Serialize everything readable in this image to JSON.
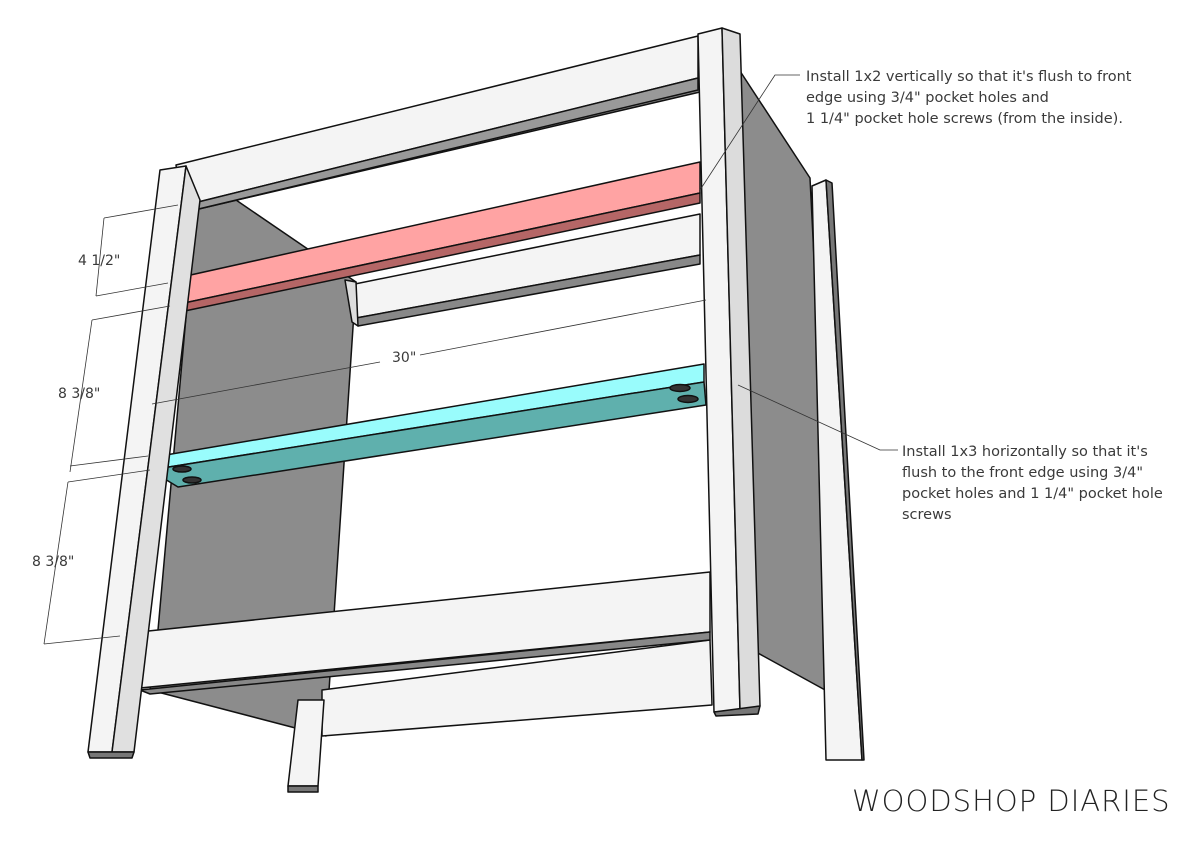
{
  "annotations": {
    "top_note": [
      "Install 1x2 vertically so that it's flush to front",
      "edge using 3/4\" pocket holes and",
      "1 1/4\" pocket hole screws (from the inside)."
    ],
    "middle_note": [
      "Install 1x3 horizontally so that it's",
      "flush to the front edge using 3/4\"",
      "pocket holes and 1 1/4\" pocket hole",
      "screws"
    ]
  },
  "dimensions": {
    "top_gap": "4 1/2\"",
    "width": "30\"",
    "middle_gap": "8 3/8\"",
    "bottom_gap": "8 3/8\""
  },
  "brand": "WOODSHOP DIARIES",
  "colors": {
    "wood": "#f4f4f4",
    "panel": "#8a8a8a",
    "highlight_1x2": "#ffa3a3",
    "highlight_1x3": "#99fcfc"
  }
}
